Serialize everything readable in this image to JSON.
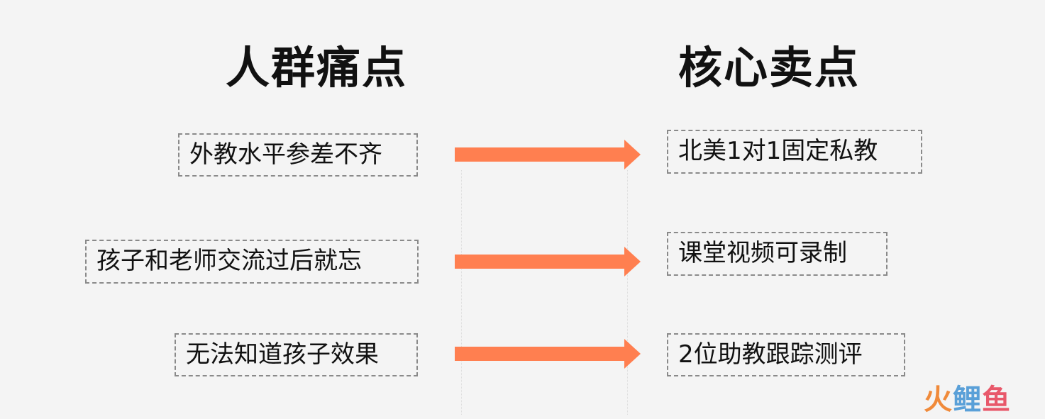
{
  "headings": {
    "left": "人群痛点",
    "right": "核心卖点"
  },
  "rows": [
    {
      "pain": "外教水平参差不齐",
      "selling_point": "北美1对1固定私教"
    },
    {
      "pain": "孩子和老师交流过后就忘",
      "selling_point": "课堂视频可录制"
    },
    {
      "pain": "无法知道孩子效果",
      "selling_point": "2位助教跟踪测评"
    }
  ],
  "watermark": {
    "part1": "火",
    "part2": "鲤",
    "part3": "鱼"
  },
  "colors": {
    "background": "#f4f4f4",
    "arrow": "#ff7f50",
    "box_border": "#8a8a8a",
    "text": "#111111"
  }
}
